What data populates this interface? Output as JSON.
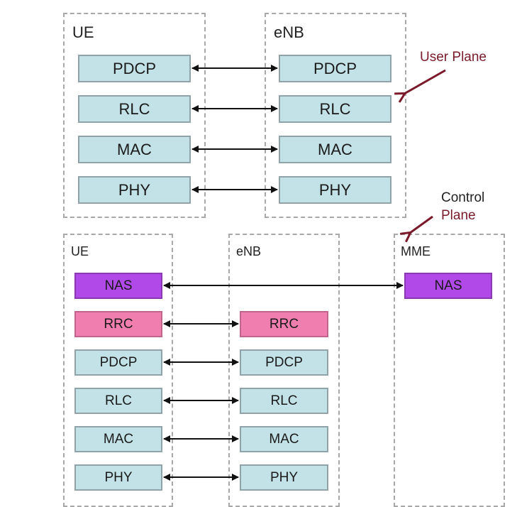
{
  "user_plane": {
    "annotation": "User Plane",
    "nodes": [
      {
        "label": "UE",
        "layers": [
          "PDCP",
          "RLC",
          "MAC",
          "PHY"
        ]
      },
      {
        "label": "eNB",
        "layers": [
          "PDCP",
          "RLC",
          "MAC",
          "PHY"
        ]
      }
    ]
  },
  "control_plane": {
    "annotation_line1": "Control",
    "annotation_line2": "Plane",
    "nodes": [
      {
        "label": "UE",
        "layers": [
          "NAS",
          "RRC",
          "PDCP",
          "RLC",
          "MAC",
          "PHY"
        ]
      },
      {
        "label": "eNB",
        "layers": [
          "RRC",
          "PDCP",
          "RLC",
          "MAC",
          "PHY"
        ]
      },
      {
        "label": "MME",
        "layers": [
          "NAS"
        ]
      }
    ]
  },
  "colors": {
    "layer_default": "#c3e2e8",
    "nas": "#b148e8",
    "rrc": "#f07fb0",
    "annotation": "#7a1a2a"
  }
}
